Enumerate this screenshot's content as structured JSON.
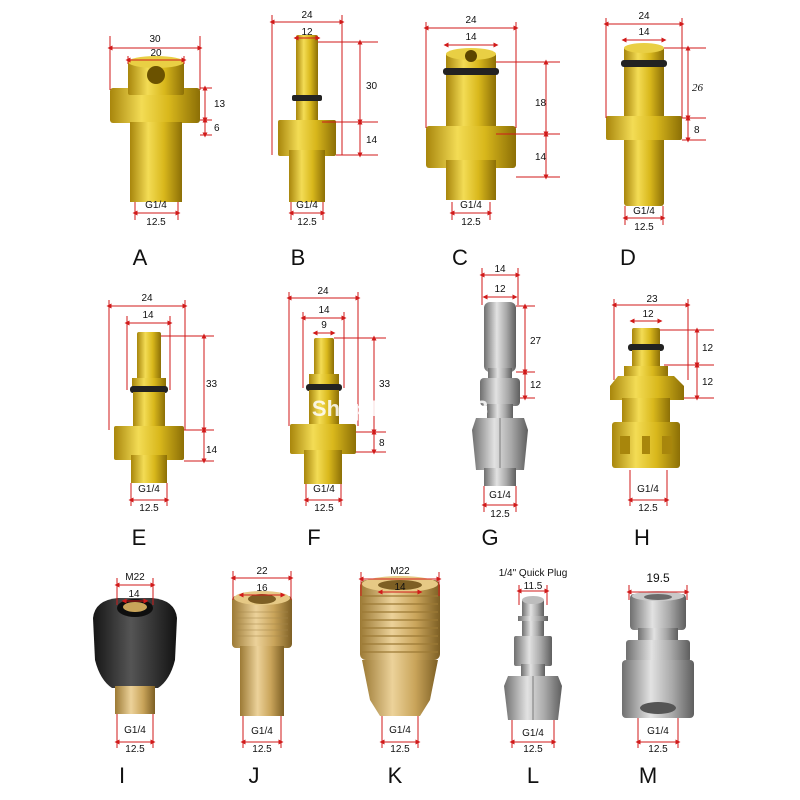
{
  "watermark": "Shop1102090613",
  "quick_plug_label": "1/4\" Quick Plug",
  "parts": {
    "A": {
      "letter": "A",
      "d1": "30",
      "d2": "20",
      "h1": "13",
      "h2": "6",
      "thread": "G1/4",
      "base": "12.5"
    },
    "B": {
      "letter": "B",
      "d1": "24",
      "d2": "12",
      "h1": "30",
      "h2": "14",
      "thread": "G1/4",
      "base": "12.5"
    },
    "C": {
      "letter": "C",
      "d1": "24",
      "d2": "14",
      "h1": "18",
      "h2": "14",
      "thread": "G1/4",
      "base": "12.5"
    },
    "D": {
      "letter": "D",
      "d1": "24",
      "d2": "14",
      "h1": "26",
      "h2": "8",
      "thread": "G1/4",
      "base": "12.5"
    },
    "E": {
      "letter": "E",
      "d1": "24",
      "d2": "14",
      "h1": "33",
      "h2": "14",
      "thread": "G1/4",
      "base": "12.5"
    },
    "F": {
      "letter": "F",
      "d1": "24",
      "d2": "14",
      "d3": "9",
      "h1": "33",
      "h2": "8",
      "thread": "G1/4",
      "base": "12.5"
    },
    "G": {
      "letter": "G",
      "d1": "14",
      "d2": "12",
      "h1": "27",
      "h2": "12",
      "thread": "G1/4",
      "base": "12.5"
    },
    "H": {
      "letter": "H",
      "d1": "23",
      "d2": "12",
      "h1": "12",
      "h2": "12",
      "thread": "G1/4",
      "base": "12.5"
    },
    "I": {
      "letter": "I",
      "d1": "M22",
      "d2": "14",
      "thread": "G1/4",
      "base": "12.5"
    },
    "J": {
      "letter": "J",
      "d1": "22",
      "d2": "16",
      "thread": "G1/4",
      "base": "12.5"
    },
    "K": {
      "letter": "K",
      "d1": "M22",
      "d2": "14",
      "thread": "G1/4",
      "base": "12.5"
    },
    "L": {
      "letter": "L",
      "d1": "11.5",
      "thread": "G1/4",
      "base": "12.5"
    },
    "M": {
      "letter": "M",
      "d1": "19.5",
      "thread": "G1/4",
      "base": "12.5"
    }
  },
  "colors": {
    "gold": "#d9b81c",
    "gold_dark": "#a8860c",
    "steel": "#9a9a9a",
    "brass": "#c9a45a",
    "dim_red": "#d11a1a",
    "rubber": "#2b2b2b"
  }
}
